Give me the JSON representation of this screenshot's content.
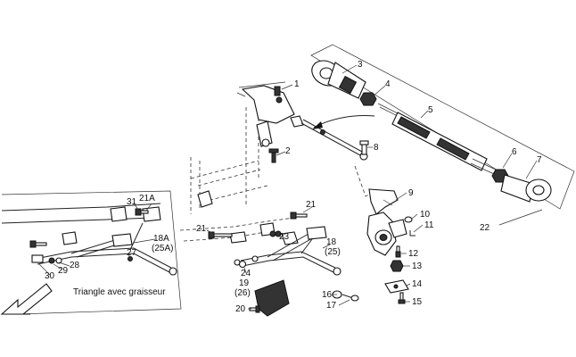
{
  "callouts": {
    "c1": "1",
    "c2": "2",
    "c3": "3",
    "c4": "4",
    "c5": "5",
    "c6": "6",
    "c7": "7",
    "c8": "8",
    "c9": "9",
    "c10": "10",
    "c11": "11",
    "c12": "12",
    "c13": "13",
    "c14": "14",
    "c15": "15",
    "c16": "16",
    "c17": "17",
    "c18": "18",
    "c18b": "(25)",
    "c19": "19",
    "c19b": "(26)",
    "c20": "20",
    "c21": "21",
    "c21b": "21",
    "c21a": "21A",
    "c18a": "18A",
    "c25a": "(25A)",
    "c22": "22",
    "c23": "23",
    "c24": "24",
    "c27": "27",
    "c28": "28",
    "c29": "29",
    "c30": "30",
    "c31": "31"
  },
  "inset": {
    "caption": "Triangle avec graisseur"
  },
  "colors": {
    "line": "#222222",
    "background": "#ffffff"
  }
}
